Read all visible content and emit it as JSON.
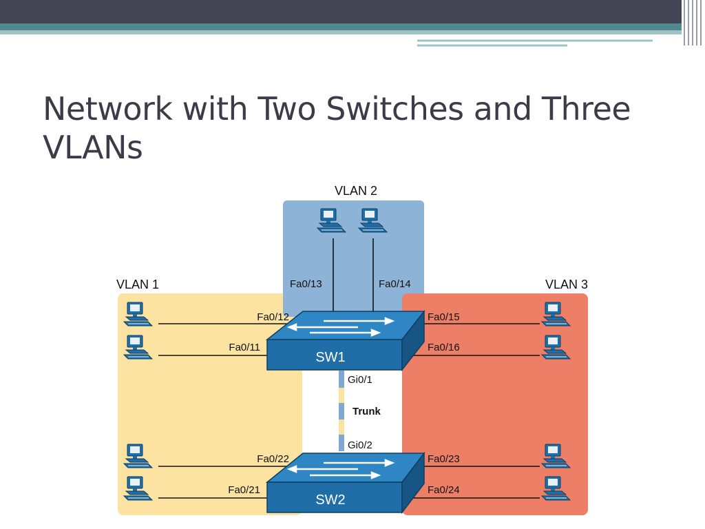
{
  "slide": {
    "title": "Network with Two Switches and Three VLANs"
  },
  "colors": {
    "vlan1": "#fce3a2",
    "vlan2": "#8db4d6",
    "vlan3": "#ec7f66",
    "switch": "#1f6ea8",
    "header": "#444455",
    "accent": "#4e8a8e"
  },
  "diagram": {
    "vlans": {
      "vlan1": "VLAN 1",
      "vlan2": "VLAN 2",
      "vlan3": "VLAN 3"
    },
    "switches": {
      "sw1": "SW1",
      "sw2": "SW2"
    },
    "ports": {
      "fa0_13": "Fa0/13",
      "fa0_14": "Fa0/14",
      "fa0_12": "Fa0/12",
      "fa0_11": "Fa0/11",
      "fa0_15": "Fa0/15",
      "fa0_16": "Fa0/16",
      "gi0_1": "Gi0/1",
      "gi0_2": "Gi0/2",
      "fa0_22": "Fa0/22",
      "fa0_21": "Fa0/21",
      "fa0_23": "Fa0/23",
      "fa0_24": "Fa0/24"
    },
    "trunk": "Trunk"
  }
}
